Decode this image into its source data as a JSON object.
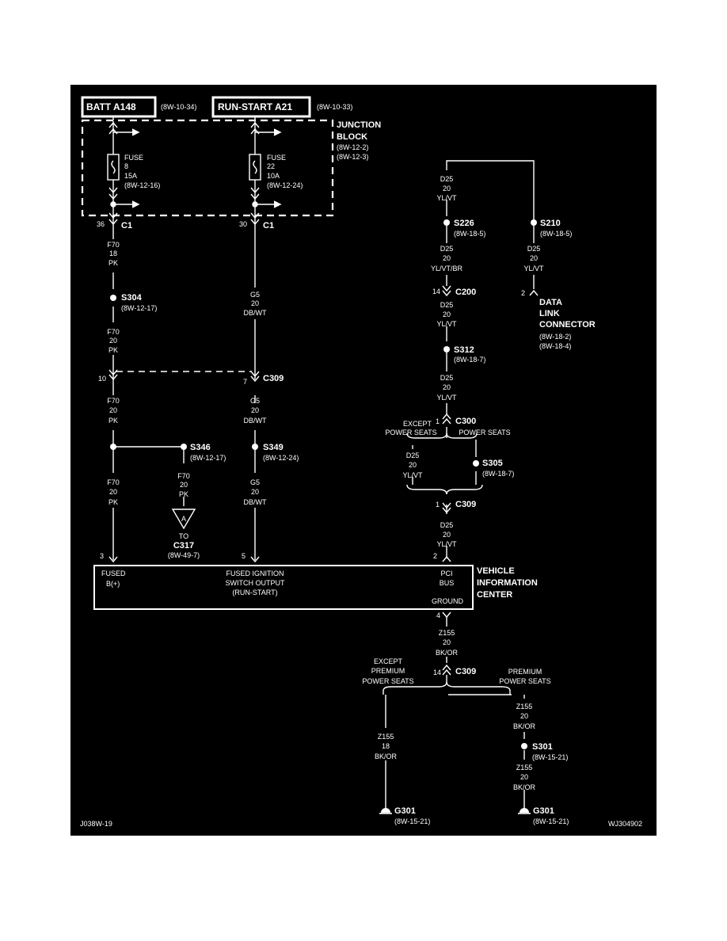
{
  "colors": {
    "background": "#000000",
    "foreground": "#ffffff"
  },
  "headers": {
    "batt": {
      "label": "BATT A148",
      "ref": "(8W-10-34)"
    },
    "run": {
      "label": "RUN-START A21",
      "ref": "(8W-10-33)"
    }
  },
  "junction_block": {
    "title1": "JUNCTION",
    "title2": "BLOCK",
    "ref1": "(8W-12-2)",
    "ref2": "(8W-12-3)"
  },
  "fuse8": {
    "l1": "FUSE",
    "l2": "8",
    "l3": "15A",
    "l4": "(8W-12-16)"
  },
  "fuse22": {
    "l1": "FUSE",
    "l2": "22",
    "l3": "10A",
    "l4": "(8W-12-24)"
  },
  "c1_left": {
    "pin": "36",
    "name": "C1"
  },
  "c1_right": {
    "pin": "30",
    "name": "C1"
  },
  "w_f70_18": {
    "l1": "F70",
    "l2": "18",
    "l3": "PK"
  },
  "s304": {
    "name": "S304",
    "ref": "(8W-12-17)"
  },
  "w_f70_20a": {
    "l1": "F70",
    "l2": "20",
    "l3": "PK"
  },
  "w_g5_a": {
    "l1": "G5",
    "l2": "20",
    "l3": "DB/WT"
  },
  "c309_mid": {
    "pin_left": "10",
    "pin_right": "7",
    "name": "C309"
  },
  "w_f70_20b": {
    "l1": "F70",
    "l2": "20",
    "l3": "PK"
  },
  "w_g5_b": {
    "l1": "G5",
    "l2": "20",
    "l3": "DB/WT"
  },
  "s346": {
    "name": "S346",
    "ref": "(8W-12-17)"
  },
  "s349": {
    "name": "S349",
    "ref": "(8W-12-24)"
  },
  "w_f70_20c": {
    "l1": "F70",
    "l2": "20",
    "l3": "PK"
  },
  "w_f70_20d": {
    "l1": "F70",
    "l2": "20",
    "l3": "PK"
  },
  "w_g5_c": {
    "l1": "G5",
    "l2": "20",
    "l3": "DB/WT"
  },
  "offpage": {
    "letter": "A",
    "to": "TO",
    "conn": "C317",
    "ref": "(8W-49-7)"
  },
  "w_d25_top": {
    "l1": "D25",
    "l2": "20",
    "l3": "YL/VT"
  },
  "s226": {
    "name": "S226",
    "ref": "(8W-18-5)"
  },
  "s210": {
    "name": "S210",
    "ref": "(8W-18-5)"
  },
  "w_d25_br": {
    "l1": "D25",
    "l2": "20",
    "l3": "YL/VT/BR"
  },
  "w_d25_dlc": {
    "l1": "D25",
    "l2": "20",
    "l3": "YL/VT"
  },
  "c200": {
    "pin": "14",
    "name": "C200"
  },
  "dlc": {
    "pin": "2",
    "t1": "DATA",
    "t2": "LINK",
    "t3": "CONNECTOR",
    "ref1": "(8W-18-2)",
    "ref2": "(8W-18-4)"
  },
  "w_d25_2": {
    "l1": "D25",
    "l2": "20",
    "l3": "YL/VT"
  },
  "s312": {
    "name": "S312",
    "ref": "(8W-18-7)"
  },
  "w_d25_3": {
    "l1": "D25",
    "l2": "20",
    "l3": "YL/VT"
  },
  "c300": {
    "pin": "1",
    "name": "C300"
  },
  "except_ps": {
    "l1": "EXCEPT",
    "l2": "POWER SEATS"
  },
  "ps": {
    "l1": "POWER SEATS"
  },
  "w_d25_4": {
    "l1": "D25",
    "l2": "20",
    "l3": "YL/VT"
  },
  "s305": {
    "name": "S305",
    "ref": "(8W-18-7)"
  },
  "c309_r": {
    "pin": "1",
    "name": "C309"
  },
  "w_d25_5": {
    "l1": "D25",
    "l2": "20",
    "l3": "YL/VT"
  },
  "vic": {
    "pin_fused": "3",
    "pin_ign": "5",
    "pin_pci": "2",
    "pin_gnd": "4",
    "fused1": "FUSED",
    "fused2": "B(+)",
    "ign1": "FUSED IGNITION",
    "ign2": "SWITCH OUTPUT",
    "ign3": "(RUN-START)",
    "pci1": "PCI",
    "pci2": "BUS",
    "ground": "GROUND",
    "t1": "VEHICLE",
    "t2": "INFORMATION",
    "t3": "CENTER"
  },
  "w_z155_a": {
    "l1": "Z155",
    "l2": "20",
    "l3": "BK/OR"
  },
  "c309_b": {
    "pin": "14",
    "name": "C309"
  },
  "except_prem": {
    "l1": "EXCEPT",
    "l2": "PREMIUM",
    "l3": "POWER SEATS"
  },
  "prem": {
    "l1": "PREMIUM",
    "l2": "POWER SEATS"
  },
  "w_z155_18": {
    "l1": "Z155",
    "l2": "18",
    "l3": "BK/OR"
  },
  "w_z155_b": {
    "l1": "Z155",
    "l2": "20",
    "l3": "BK/OR"
  },
  "s301": {
    "name": "S301",
    "ref": "(8W-15-21)"
  },
  "w_z155_c": {
    "l1": "Z155",
    "l2": "20",
    "l3": "BK/OR"
  },
  "g301_l": {
    "name": "G301",
    "ref": "(8W-15-21)"
  },
  "g301_r": {
    "name": "G301",
    "ref": "(8W-15-21)"
  },
  "footer": {
    "left": "J038W-19",
    "right": "WJ304902"
  }
}
